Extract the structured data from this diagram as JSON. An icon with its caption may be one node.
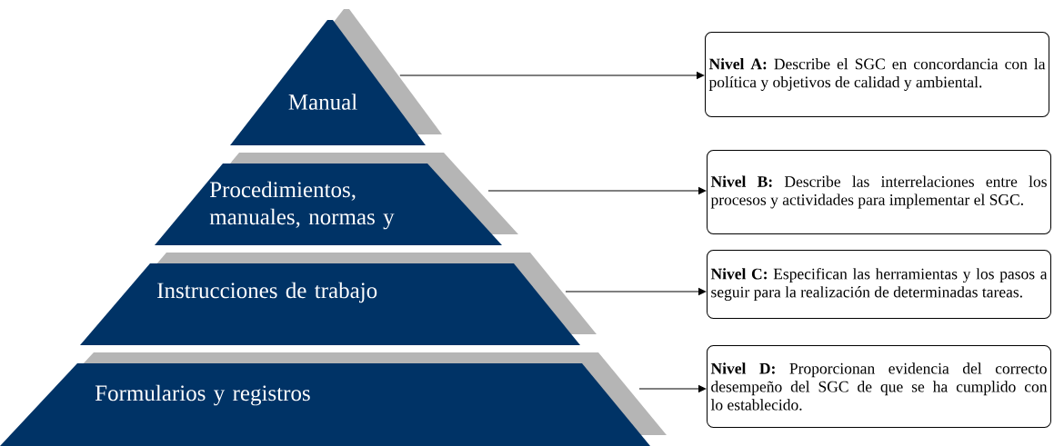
{
  "diagram": {
    "nodes": [
      {
        "text": [
          "Manual"
        ]
      },
      {
        "text": [
          "Procedimientos, manuales, normas y"
        ]
      },
      {
        "text": [
          "Instrucciones de trabajo"
        ]
      },
      {
        "text": [
          "Formularios y registros"
        ]
      },
      {
        "text": [
          "**Nivel A:** Describe el SGC en concordancia con la política y objetivos de calidad y ambiental."
        ]
      },
      {
        "text": [
          "**Nivel B:** Describe las interrelaciones entre los procesos y actividades para implementar el SGC."
        ]
      },
      {
        "text": [
          "**Nivel C:** Especifican las herramientas y los pasos a seguir para la realización de determinadas tareas."
        ]
      },
      {
        "text": [
          "**Nivel D:** Proporcionan evidencia del correcto desempeño del SGC de que se ha cumplido con lo establecido."
        ]
      }
    ],
    "edges": [
      {
        "from": 0,
        "to": 4,
        "arrow": "to"
      },
      {
        "from": 1,
        "to": 5,
        "arrow": "to"
      },
      {
        "from": 2,
        "to": 6,
        "arrow": "to"
      },
      {
        "from": 3,
        "to": 7,
        "arrow": "to"
      }
    ]
  }
}
